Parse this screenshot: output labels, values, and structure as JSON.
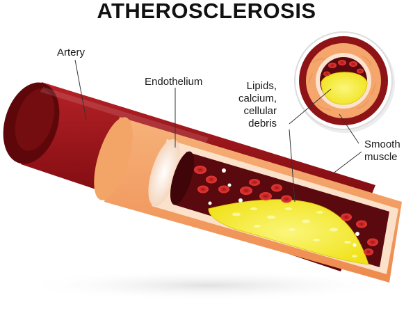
{
  "title": "ATHEROSCLEROSIS",
  "labels": {
    "artery": "Artery",
    "endothelium": "Endothelium",
    "lipids": [
      "Lipids,",
      "calcium,",
      "cellular",
      "debris"
    ],
    "smooth_muscle": [
      "Smooth",
      "muscle"
    ]
  },
  "colors": {
    "artery_outer": "#8e1317",
    "muscle_layer": "#f49a62",
    "endothelium": "#fbe3cf",
    "lumen": "#5a0a0e",
    "blood_cell": "#d42a2a",
    "plaque": "#f7ee32"
  }
}
